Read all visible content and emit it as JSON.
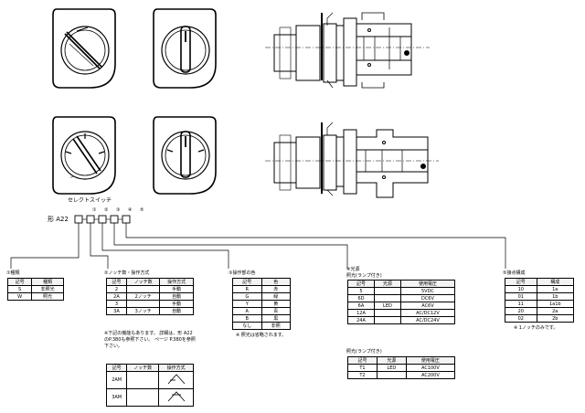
{
  "model": {
    "caption": "セレクトスイッチ",
    "prefix": "形 A22",
    "positions": [
      "①",
      "②",
      "③",
      "④",
      "⑤"
    ]
  },
  "groups": {
    "g1": {
      "title": "①種類",
      "headers": [
        "記号",
        "種類"
      ],
      "rows": [
        [
          "S",
          "非照光"
        ],
        [
          "W",
          "照光"
        ]
      ]
    },
    "g2": {
      "title": "②ノッチ数・操作方式",
      "headers": [
        "記号",
        "ノッチ数",
        "操作方式"
      ],
      "rows": [
        [
          "2",
          "",
          "手動"
        ],
        [
          "2A",
          "2ノッチ",
          "自動"
        ],
        [
          "3",
          "",
          "手動"
        ],
        [
          "3A",
          "3ノッチ",
          "自動"
        ]
      ],
      "note": "※下記の機能もあります。 詳細は、形 A22のP.380も参照下さい。 ページ P.380を参照下さい。",
      "sub_headers": [
        "記号",
        "ノッチ数",
        "操作方式"
      ],
      "sub_rows": [
        [
          "2AM",
          "",
          ""
        ],
        [
          "3AM",
          "",
          ""
        ]
      ]
    },
    "g3": {
      "title": "③操作部の色",
      "headers": [
        "記号",
        "色"
      ],
      "rows": [
        [
          "R",
          "赤"
        ],
        [
          "G",
          "緑"
        ],
        [
          "Y",
          "黄"
        ],
        [
          "A",
          "青"
        ],
        [
          "B",
          "黒"
        ],
        [
          "なし",
          "非照"
        ]
      ],
      "note": "※ 照光は省略されます。"
    },
    "g4": {
      "title": "④光源",
      "sub1": "照光(ランプ付き)",
      "headers": [
        "記号",
        "光源",
        "使用電圧"
      ],
      "rows": [
        [
          "5",
          "",
          "5VDC"
        ],
        [
          "6D",
          "",
          "DC6V"
        ],
        [
          "6A",
          "LED",
          "AC6V"
        ],
        [
          "12A",
          "",
          "AC/DC12V"
        ],
        [
          "24A",
          "",
          "AC/DC24V"
        ]
      ],
      "sub2": "照光(ランプ付き)",
      "headers2": [
        "記号",
        "光源",
        "使用電圧"
      ],
      "rows2": [
        [
          "T1",
          "LED",
          "AC100V"
        ],
        [
          "T2",
          "",
          "AC200V"
        ]
      ]
    },
    "g5": {
      "title": "⑤接点構成",
      "headers": [
        "記号",
        "構成"
      ],
      "rows": [
        [
          "10",
          "1a"
        ],
        [
          "01",
          "1b"
        ],
        [
          "11",
          "1a1b"
        ],
        [
          "20",
          "2a"
        ],
        [
          "02",
          "2b"
        ]
      ],
      "note": "※ 1ノッチのみです。"
    }
  }
}
